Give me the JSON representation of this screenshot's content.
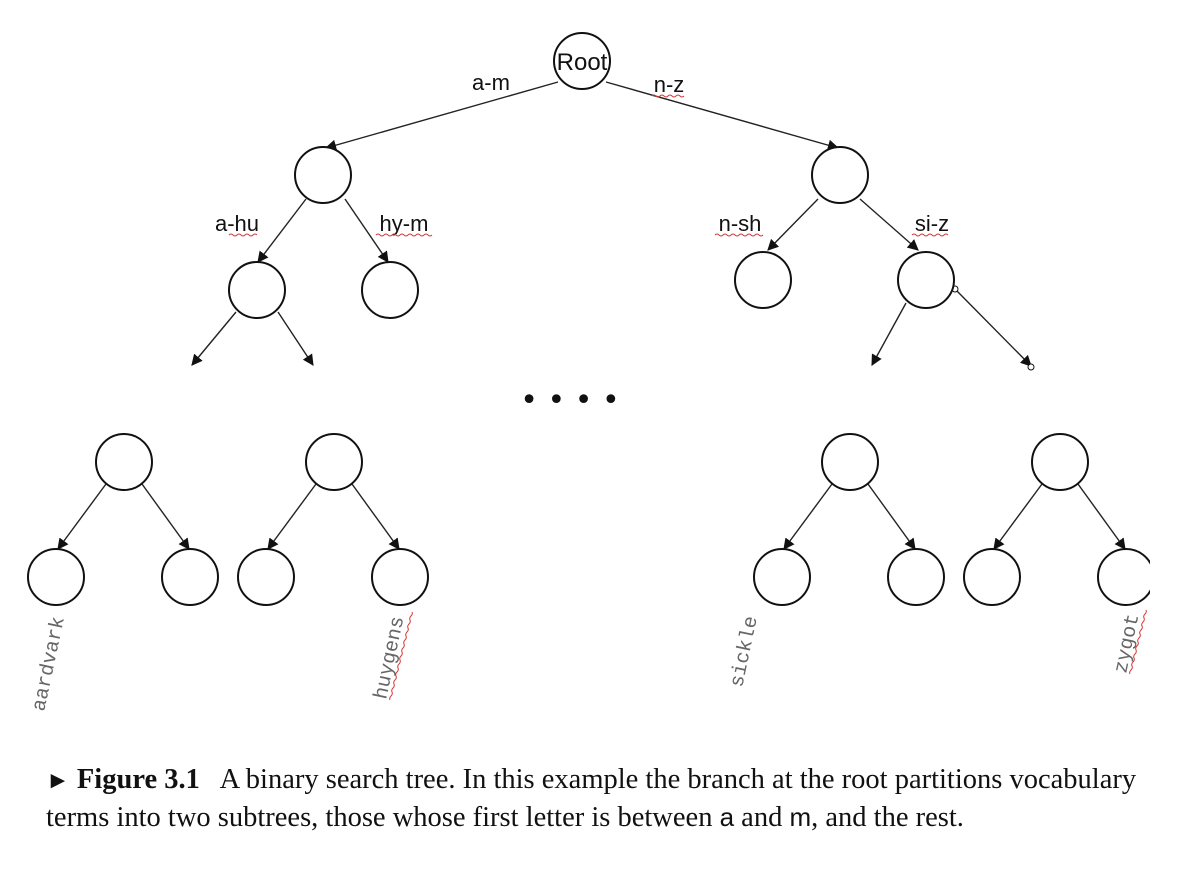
{
  "diagram": {
    "root_label": "Root",
    "edge_labels": [
      "a-m",
      "n-z",
      "a-hu",
      "hy-m",
      "n-sh",
      "si-z"
    ],
    "ellipsis": "• • • •",
    "leaf_labels": [
      "aardvark",
      "huygens",
      "sickle",
      "zygot"
    ]
  },
  "caption": {
    "marker": "►",
    "figure_label": "Figure 3.1",
    "text_1": "A binary search tree. In this example the branch at the root partitions vocabulary terms into two subtrees, those whose first letter is between ",
    "term_a": "a",
    "text_2": " and ",
    "term_m": "m",
    "text_3": ", and the rest."
  }
}
